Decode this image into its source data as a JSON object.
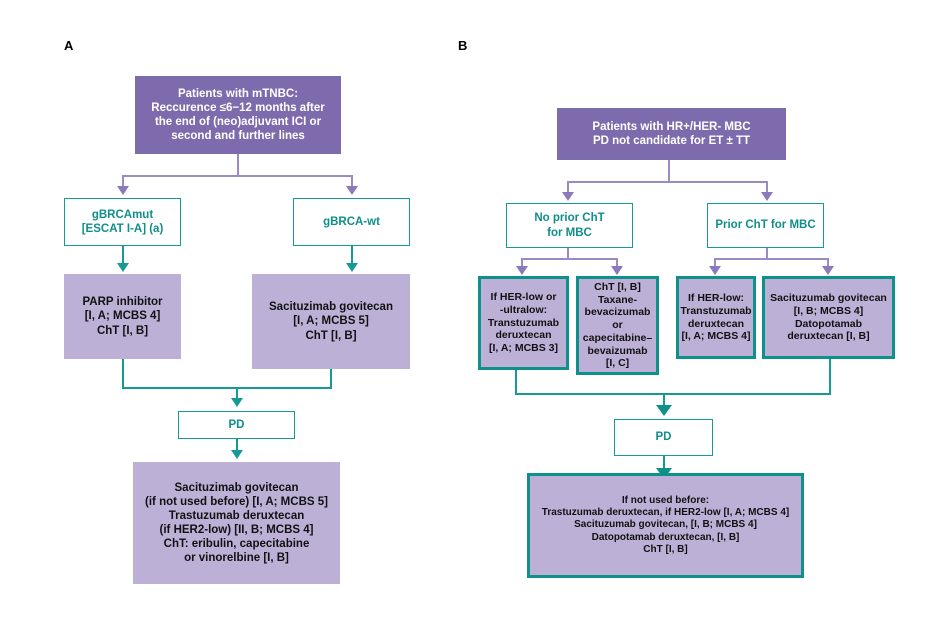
{
  "figure": {
    "panels": [
      {
        "id": "A",
        "label": "A",
        "nodes": {
          "header": "Patients with mTNBC:\nReccurence ≤6−12 months after\nthe  end of (neo)adjuvant ICI or\nsecond and further lines",
          "branch_left": "gBRCAmut\n[ESCAT I-A] (a)",
          "branch_right": "gBRCA-wt",
          "treat_left": "PARP inhibitor\n[I, A; MCBS 4]\nChT [I, B]",
          "treat_right": "Sacituzimab govitecan\n[I, A; MCBS 5]\nChT [I, B]",
          "pd": "PD",
          "final": "Sacituzimab govitecan\n(if not used before) [I, A; MCBS 5]\nTrastuzumab deruxtecan\n(if HER2-low) [II, B; MCBS 4]\nChT: eribulin, capecitabine\nor vinorelbine [I, B]"
        }
      },
      {
        "id": "B",
        "label": "B",
        "nodes": {
          "header": "Patients with HR+/HER- MBC\nPD not candidate for ET ± TT",
          "branch_left": "No prior ChT\nfor MBC",
          "branch_right": "Prior ChT for MBC",
          "treat_1": "If HER-low or\n-ultralow:\nTranstuzumab\nderuxtecan\n[I, A; MCBS 3]",
          "treat_2": "ChT [I, B]\nTaxane-\nbevacizumab or\ncapecitabine–\nbevaizumab\n[I, C]",
          "treat_3": "If HER-low:\nTranstuzumab\nderuxtecan\n[I, A; MCBS 4]",
          "treat_4": "Sacituzumab govitecan\n[I, B; MCBS 4]\nDatopotamab\nderuxtecan [I, B]",
          "pd": "PD",
          "final": "If not used before:\nTrastuzumab deruxtecan, if HER2-low [I, A; MCBS 4]\nSacituzumab govitecan, [I, B; MCBS 4]\nDatopotamab deruxtecan, [I, B]\nChT [I, B]"
        }
      }
    ],
    "colors": {
      "header_purple": "#7E6BAD",
      "lilac_fill": "#BDB0D7",
      "teal_border": "#159B94",
      "teal_text": "#0F8F89",
      "purple_connector": "#9B8BC4",
      "background": "#FFFFFF"
    }
  }
}
